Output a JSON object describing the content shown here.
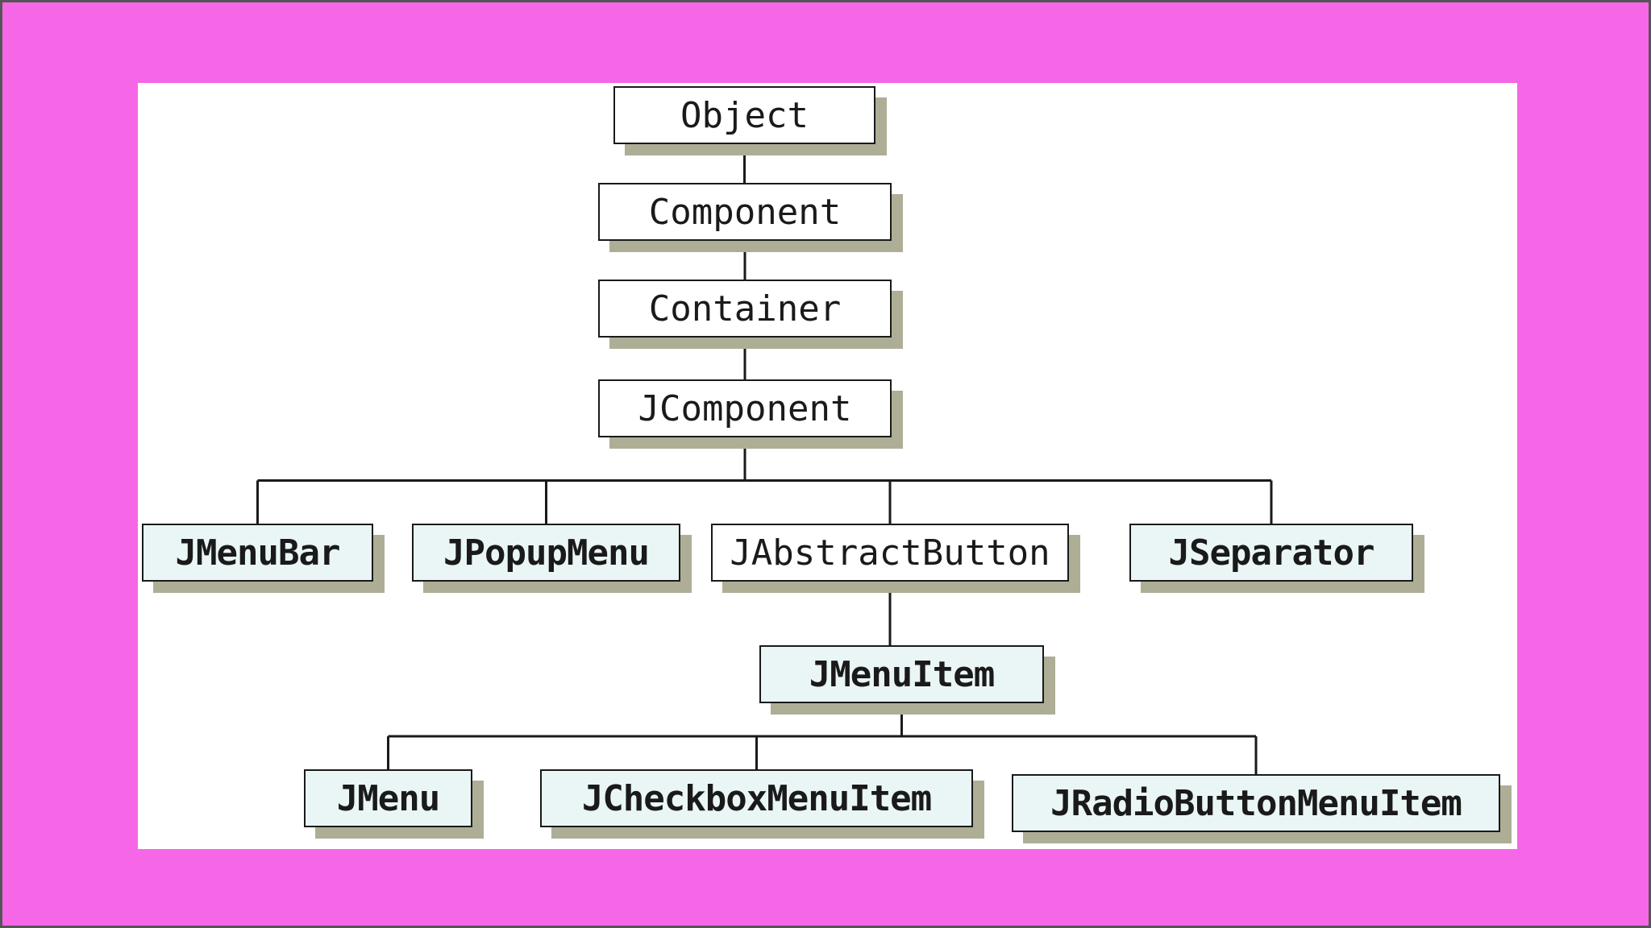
{
  "colors": {
    "frame": "#f567e6",
    "frame_border": "#555555",
    "canvas": "#ffffff",
    "plain_fill": "#ffffff",
    "highlight_fill": "#e9f6f5",
    "shadow": "#aeae97",
    "line": "#1a1a1a",
    "text": "#1a1a1a"
  },
  "diagram": {
    "nodes": [
      {
        "id": "object",
        "label": "Object",
        "style": "plain"
      },
      {
        "id": "component",
        "label": "Component",
        "style": "plain"
      },
      {
        "id": "container",
        "label": "Container",
        "style": "plain"
      },
      {
        "id": "jcomponent",
        "label": "JComponent",
        "style": "plain"
      },
      {
        "id": "jmenubar",
        "label": "JMenuBar",
        "style": "bold"
      },
      {
        "id": "jpopupmenu",
        "label": "JPopupMenu",
        "style": "bold"
      },
      {
        "id": "jabstractbutton",
        "label": "JAbstractButton",
        "style": "plain"
      },
      {
        "id": "jseparator",
        "label": "JSeparator",
        "style": "bold"
      },
      {
        "id": "jmenuitem",
        "label": "JMenuItem",
        "style": "bold"
      },
      {
        "id": "jmenu",
        "label": "JMenu",
        "style": "bold"
      },
      {
        "id": "jcheckboxmenuitem",
        "label": "JCheckboxMenuItem",
        "style": "bold"
      },
      {
        "id": "jradiobuttonmenuitem",
        "label": "JRadioButtonMenuItem",
        "style": "bold"
      }
    ],
    "edges": [
      {
        "from": "object",
        "to": "component"
      },
      {
        "from": "component",
        "to": "container"
      },
      {
        "from": "container",
        "to": "jcomponent"
      },
      {
        "from": "jcomponent",
        "to": "jmenubar"
      },
      {
        "from": "jcomponent",
        "to": "jpopupmenu"
      },
      {
        "from": "jcomponent",
        "to": "jabstractbutton"
      },
      {
        "from": "jcomponent",
        "to": "jseparator"
      },
      {
        "from": "jabstractbutton",
        "to": "jmenuitem"
      },
      {
        "from": "jmenuitem",
        "to": "jmenu"
      },
      {
        "from": "jmenuitem",
        "to": "jcheckboxmenuitem"
      },
      {
        "from": "jmenuitem",
        "to": "jradiobuttonmenuitem"
      }
    ]
  }
}
